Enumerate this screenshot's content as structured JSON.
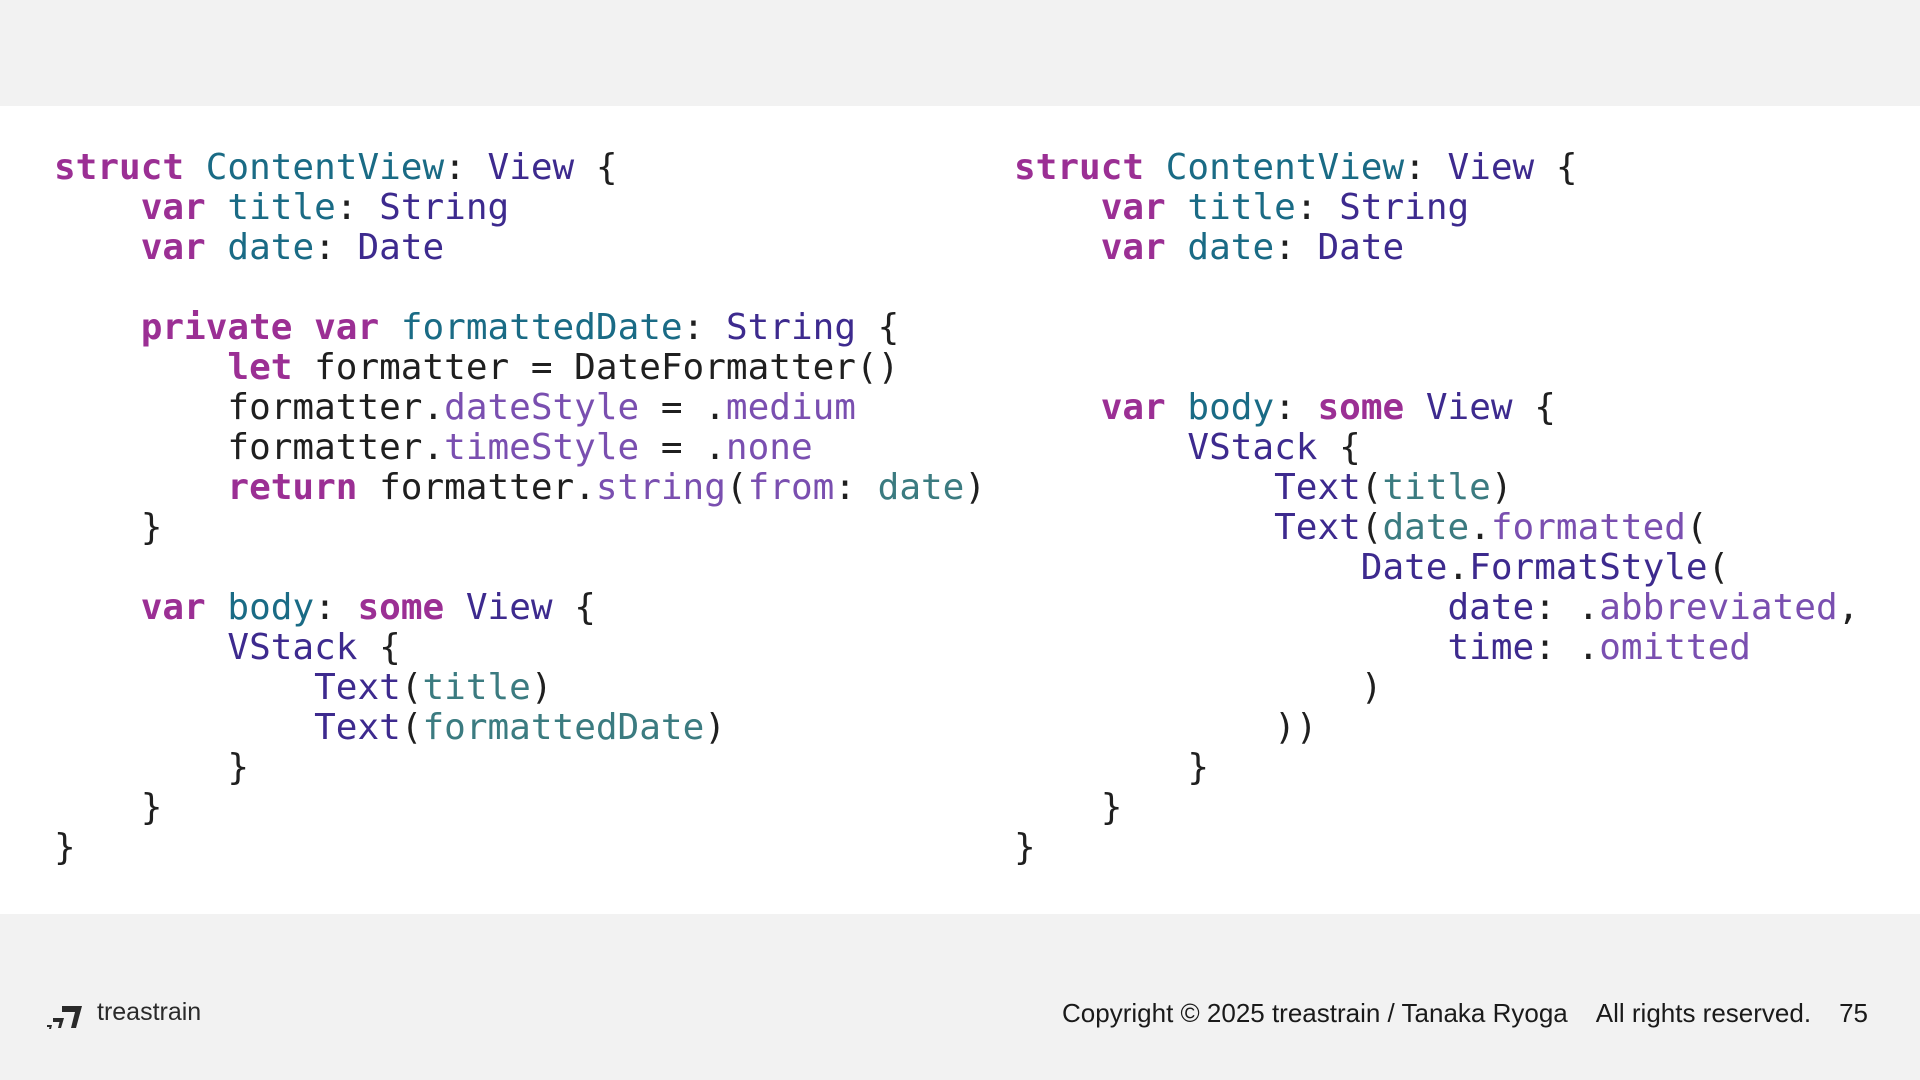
{
  "colors": {
    "keyword": "#9b2f94",
    "type": "#3d2a8e",
    "declName": "#1a6b85",
    "member": "#7a4fb0",
    "ref": "#3b7b80",
    "plain": "#1f1f1f"
  },
  "code_left": [
    [
      [
        "struct",
        "keyword"
      ],
      [
        " ",
        "plain"
      ],
      [
        "ContentView",
        "declName"
      ],
      [
        ": ",
        "plain"
      ],
      [
        "View",
        "type"
      ],
      [
        " {",
        "plain"
      ]
    ],
    [
      [
        "    ",
        "plain"
      ],
      [
        "var",
        "keyword"
      ],
      [
        " ",
        "plain"
      ],
      [
        "title",
        "declName"
      ],
      [
        ": ",
        "plain"
      ],
      [
        "String",
        "type"
      ]
    ],
    [
      [
        "    ",
        "plain"
      ],
      [
        "var",
        "keyword"
      ],
      [
        " ",
        "plain"
      ],
      [
        "date",
        "declName"
      ],
      [
        ": ",
        "plain"
      ],
      [
        "Date",
        "type"
      ]
    ],
    [],
    [
      [
        "    ",
        "plain"
      ],
      [
        "private",
        "keyword"
      ],
      [
        " ",
        "plain"
      ],
      [
        "var",
        "keyword"
      ],
      [
        " ",
        "plain"
      ],
      [
        "formattedDate",
        "declName"
      ],
      [
        ": ",
        "plain"
      ],
      [
        "String",
        "type"
      ],
      [
        " {",
        "plain"
      ]
    ],
    [
      [
        "        ",
        "plain"
      ],
      [
        "let",
        "keyword"
      ],
      [
        " formatter = DateFormatter()",
        "plain"
      ]
    ],
    [
      [
        "        formatter.",
        "plain"
      ],
      [
        "dateStyle",
        "member"
      ],
      [
        " = .",
        "plain"
      ],
      [
        "medium",
        "member"
      ]
    ],
    [
      [
        "        formatter.",
        "plain"
      ],
      [
        "timeStyle",
        "member"
      ],
      [
        " = .",
        "plain"
      ],
      [
        "none",
        "member"
      ]
    ],
    [
      [
        "        ",
        "plain"
      ],
      [
        "return",
        "keyword"
      ],
      [
        " formatter.",
        "plain"
      ],
      [
        "string",
        "member"
      ],
      [
        "(",
        "plain"
      ],
      [
        "from",
        "member"
      ],
      [
        ": ",
        "plain"
      ],
      [
        "date",
        "ref"
      ],
      [
        ")",
        "plain"
      ]
    ],
    [
      [
        "    }",
        "plain"
      ]
    ],
    [],
    [
      [
        "    ",
        "plain"
      ],
      [
        "var",
        "keyword"
      ],
      [
        " ",
        "plain"
      ],
      [
        "body",
        "declName"
      ],
      [
        ": ",
        "plain"
      ],
      [
        "some",
        "keyword"
      ],
      [
        " ",
        "plain"
      ],
      [
        "View",
        "type"
      ],
      [
        " {",
        "plain"
      ]
    ],
    [
      [
        "        ",
        "plain"
      ],
      [
        "VStack",
        "type"
      ],
      [
        " {",
        "plain"
      ]
    ],
    [
      [
        "            ",
        "plain"
      ],
      [
        "Text",
        "type"
      ],
      [
        "(",
        "plain"
      ],
      [
        "title",
        "ref"
      ],
      [
        ")",
        "plain"
      ]
    ],
    [
      [
        "            ",
        "plain"
      ],
      [
        "Text",
        "type"
      ],
      [
        "(",
        "plain"
      ],
      [
        "formattedDate",
        "ref"
      ],
      [
        ")",
        "plain"
      ]
    ],
    [
      [
        "        }",
        "plain"
      ]
    ],
    [
      [
        "    }",
        "plain"
      ]
    ],
    [
      [
        "}",
        "plain"
      ]
    ]
  ],
  "code_right": [
    [
      [
        "struct",
        "keyword"
      ],
      [
        " ",
        "plain"
      ],
      [
        "ContentView",
        "declName"
      ],
      [
        ": ",
        "plain"
      ],
      [
        "View",
        "type"
      ],
      [
        " {",
        "plain"
      ]
    ],
    [
      [
        "    ",
        "plain"
      ],
      [
        "var",
        "keyword"
      ],
      [
        " ",
        "plain"
      ],
      [
        "title",
        "declName"
      ],
      [
        ": ",
        "plain"
      ],
      [
        "String",
        "type"
      ]
    ],
    [
      [
        "    ",
        "plain"
      ],
      [
        "var",
        "keyword"
      ],
      [
        " ",
        "plain"
      ],
      [
        "date",
        "declName"
      ],
      [
        ": ",
        "plain"
      ],
      [
        "Date",
        "type"
      ]
    ],
    [],
    [],
    [],
    [
      [
        "    ",
        "plain"
      ],
      [
        "var",
        "keyword"
      ],
      [
        " ",
        "plain"
      ],
      [
        "body",
        "declName"
      ],
      [
        ": ",
        "plain"
      ],
      [
        "some",
        "keyword"
      ],
      [
        " ",
        "plain"
      ],
      [
        "View",
        "type"
      ],
      [
        " {",
        "plain"
      ]
    ],
    [
      [
        "        ",
        "plain"
      ],
      [
        "VStack",
        "type"
      ],
      [
        " {",
        "plain"
      ]
    ],
    [
      [
        "            ",
        "plain"
      ],
      [
        "Text",
        "type"
      ],
      [
        "(",
        "plain"
      ],
      [
        "title",
        "ref"
      ],
      [
        ")",
        "plain"
      ]
    ],
    [
      [
        "            ",
        "plain"
      ],
      [
        "Text",
        "type"
      ],
      [
        "(",
        "plain"
      ],
      [
        "date",
        "ref"
      ],
      [
        ".",
        "plain"
      ],
      [
        "formatted",
        "member"
      ],
      [
        "(",
        "plain"
      ]
    ],
    [
      [
        "                ",
        "plain"
      ],
      [
        "Date",
        "type"
      ],
      [
        ".",
        "plain"
      ],
      [
        "FormatStyle",
        "type"
      ],
      [
        "(",
        "plain"
      ]
    ],
    [
      [
        "                    ",
        "plain"
      ],
      [
        "date",
        "type"
      ],
      [
        ": .",
        "plain"
      ],
      [
        "abbreviated",
        "member"
      ],
      [
        ",",
        "plain"
      ]
    ],
    [
      [
        "                    ",
        "plain"
      ],
      [
        "time",
        "type"
      ],
      [
        ": .",
        "plain"
      ],
      [
        "omitted",
        "member"
      ]
    ],
    [
      [
        "                )",
        "plain"
      ]
    ],
    [
      [
        "            ))",
        "plain"
      ]
    ],
    [
      [
        "        }",
        "plain"
      ]
    ],
    [
      [
        "    }",
        "plain"
      ]
    ],
    [
      [
        "}",
        "plain"
      ]
    ]
  ],
  "footer": {
    "logo_icon": "treastrain-logo-icon",
    "brand": "treastrain",
    "copyright": "Copyright © 2025 treastrain / Tanaka Ryoga",
    "rights": "All rights reserved.",
    "page_number": "75"
  }
}
